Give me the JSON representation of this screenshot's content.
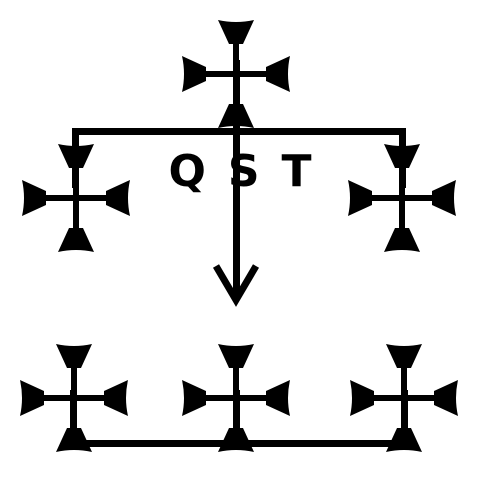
{
  "diagram": {
    "label": {
      "letter_1": "Q",
      "letter_2": "S",
      "letter_3": "T"
    },
    "colors": {
      "ink": "#000000",
      "paper": "#ffffff"
    },
    "icons": {
      "cross": "cross-pattee-icon",
      "arrow": "arrow-down-icon"
    }
  }
}
